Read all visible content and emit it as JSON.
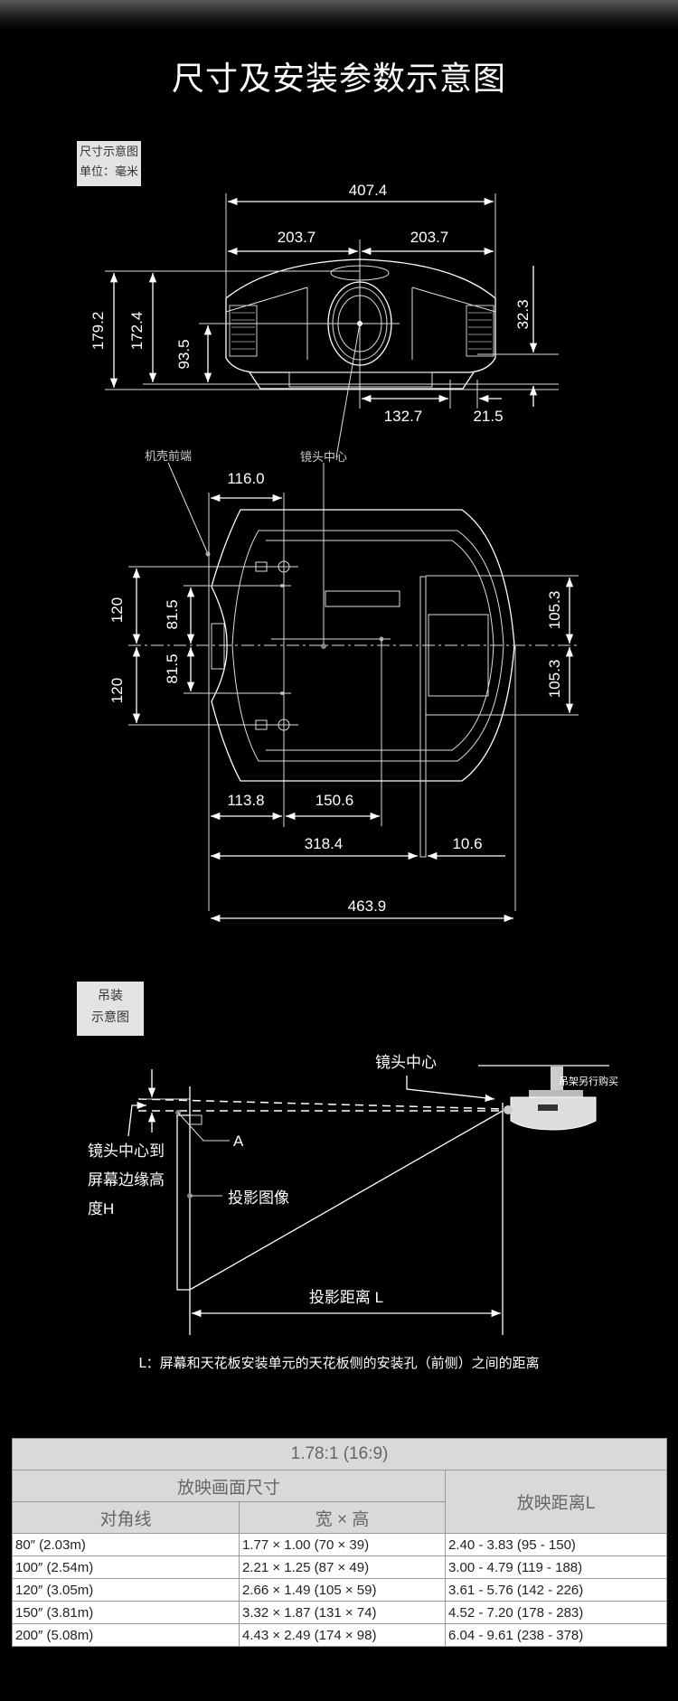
{
  "title": "尺寸及安装参数示意图",
  "dimension_section": {
    "tag_line1": "尺寸示意图",
    "tag_line2": "单位：毫米",
    "front": {
      "width_total": "407.4",
      "half_left": "203.7",
      "half_right": "203.7",
      "height_total": "179.2",
      "height_body": "172.4",
      "lens_height": "93.5",
      "foot_height": "32.3",
      "lens_to_foot": "132.7",
      "foot_offset": "21.5"
    },
    "top": {
      "label_front_edge": "机壳前端",
      "label_lens_center": "镜头中心",
      "front_to_hole": "116.0",
      "hole_up": "120",
      "hole_down": "120",
      "inner_up": "81.5",
      "inner_down": "81.5",
      "right_up": "105.3",
      "right_down": "105.3",
      "front_to_screw": "113.8",
      "screw_to_center": "150.6",
      "front_to_rear": "318.4",
      "rear_offset": "10.6",
      "depth_total": "463.9"
    }
  },
  "ceiling_section": {
    "tag_line1": "吊装",
    "tag_line2": "示意图",
    "lens_center": "镜头中心",
    "mount_note": "吊架另行购买",
    "h_label_1": "镜头中心到",
    "h_label_2": "屏幕边缘高",
    "h_label_3": "度H",
    "point_a": "A",
    "projected_image": "投影图像",
    "throw_distance": "投影距离 L",
    "footnote": "L：屏幕和天花板安装单元的天花板侧的安装孔（前侧）之间的距离"
  },
  "table": {
    "aspect": "1.78:1 (16:9)",
    "group_header": "放映画面尺寸",
    "col_diagonal": "对角线",
    "col_size": "宽 × 高",
    "col_distance": "放映距离L",
    "rows": [
      [
        "80″ (2.03m)",
        "1.77 × 1.00 (70 × 39)",
        "2.40 - 3.83 (95 - 150)"
      ],
      [
        "100″ (2.54m)",
        "2.21 × 1.25 (87 × 49)",
        "3.00 - 4.79 (119 - 188)"
      ],
      [
        "120″ (3.05m)",
        "2.66 × 1.49 (105 × 59)",
        "3.61 - 5.76 (142 - 226)"
      ],
      [
        "150″ (3.81m)",
        "3.32 × 1.87 (131 × 74)",
        "4.52 - 7.20 (178 - 283)"
      ],
      [
        "200″ (5.08m)",
        "4.43 × 2.49 (174 × 98)",
        "6.04 - 9.61 (238 - 378)"
      ]
    ]
  }
}
